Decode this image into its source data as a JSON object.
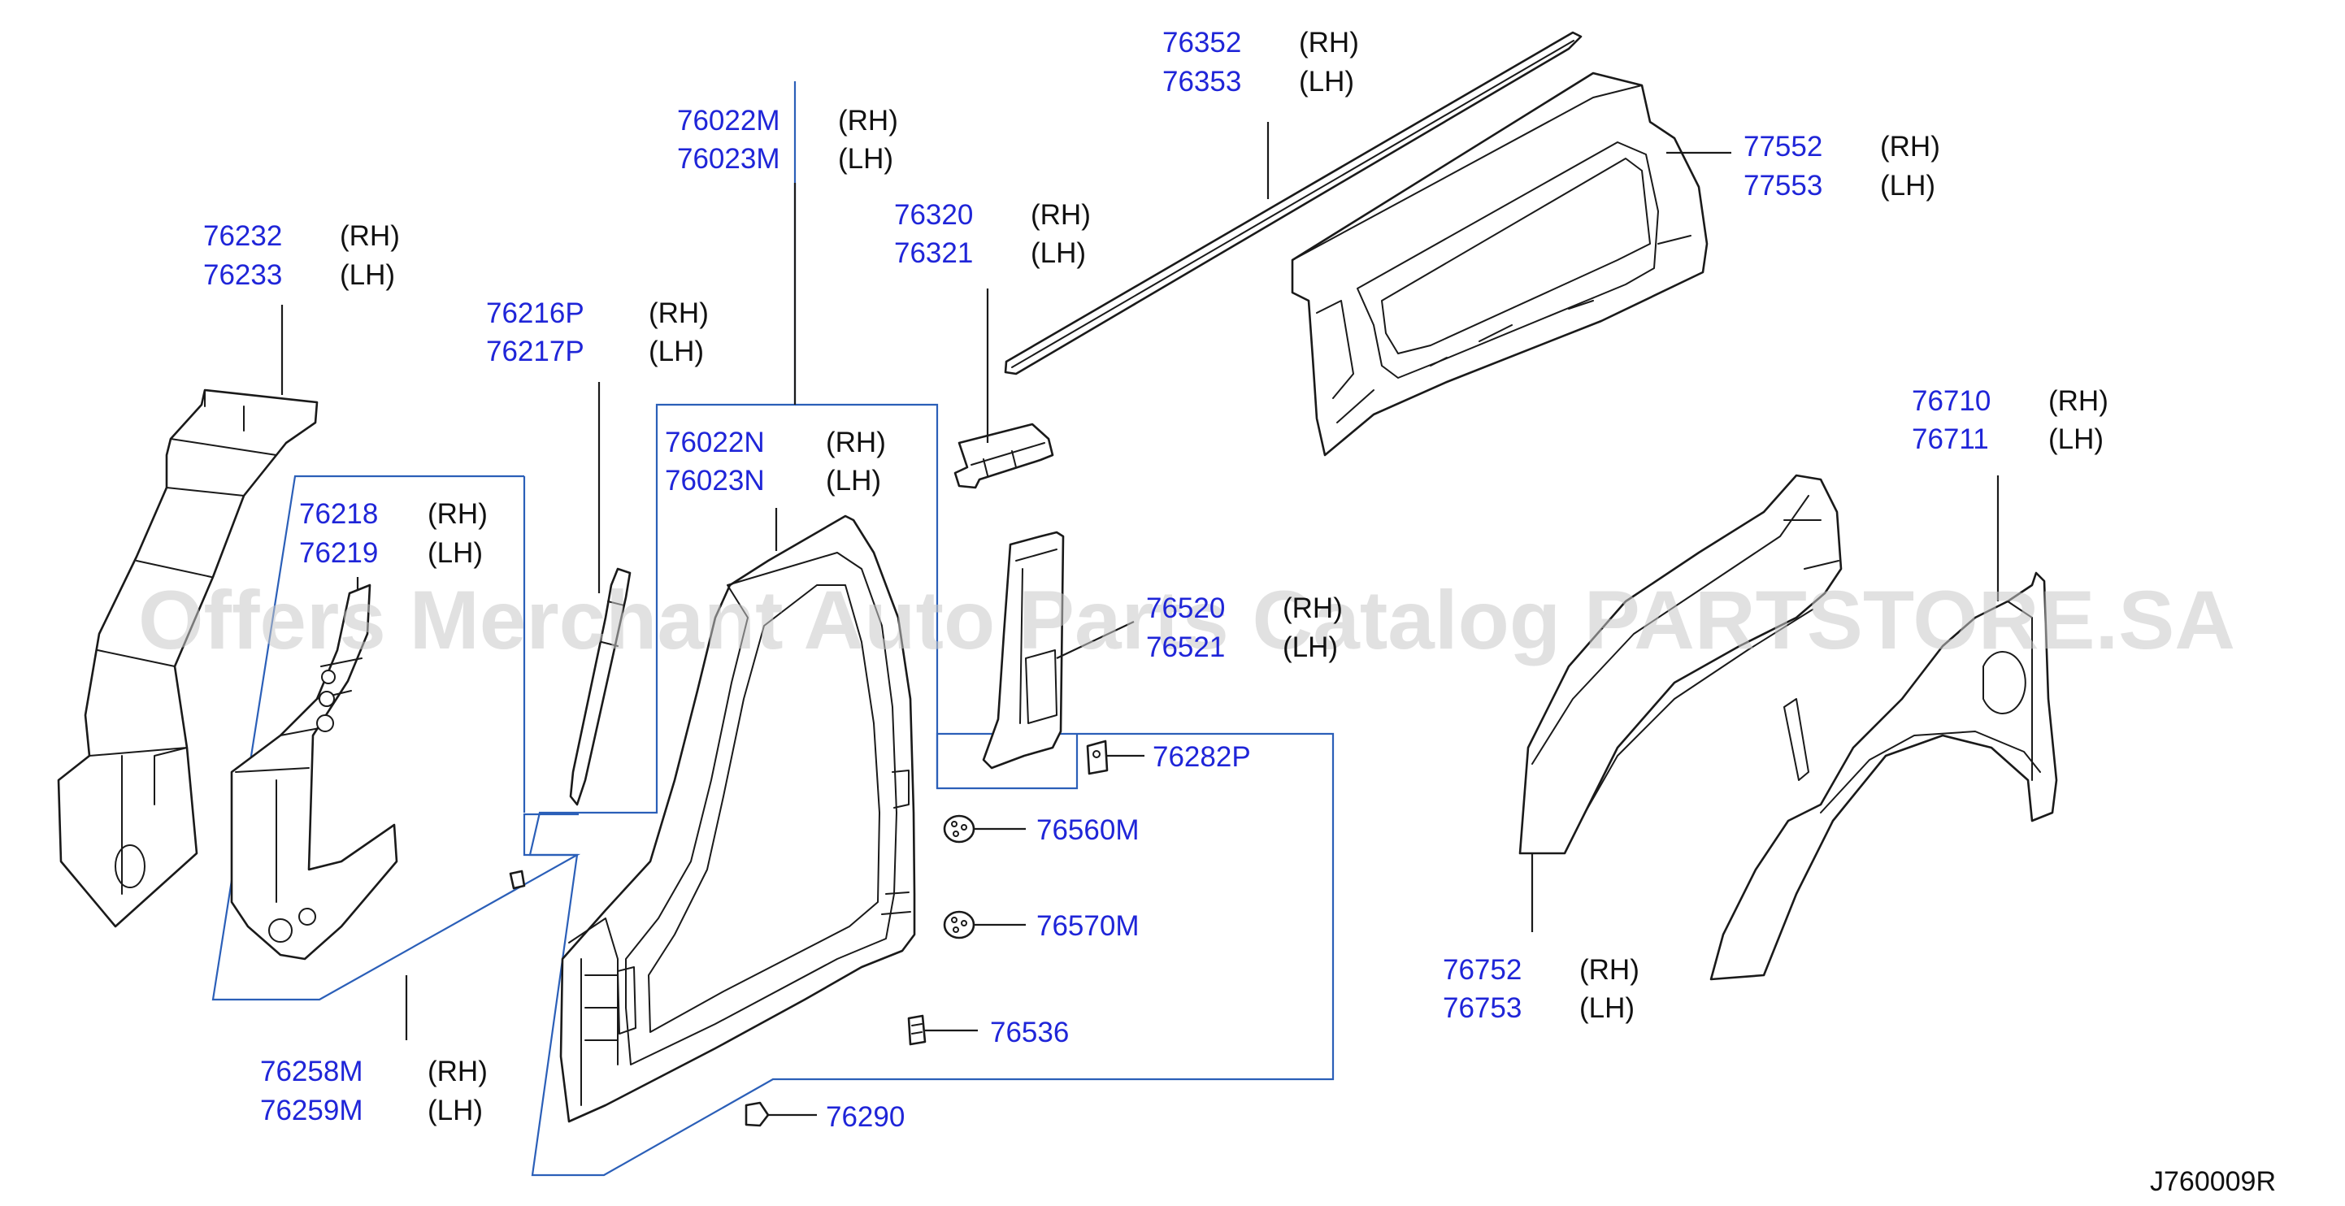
{
  "watermark": "Offers Merchant Auto Parts Catalog PARTSTORE.SA",
  "reference_code": "J760009R",
  "side_labels": {
    "rh": "(RH)",
    "lh": "(LH)"
  },
  "colors": {
    "part_number": "#1f25d8",
    "text": "#111111",
    "group_outline": "#2b5fb8",
    "watermark": "#c8c8c8"
  },
  "callouts": [
    {
      "rh": "76352",
      "lh": "76353"
    },
    {
      "rh": "76022M",
      "lh": "76023M"
    },
    {
      "rh": "77552",
      "lh": "77553"
    },
    {
      "rh": "76320",
      "lh": "76321"
    },
    {
      "rh": "76232",
      "lh": "76233"
    },
    {
      "rh": "76216P",
      "lh": "76217P"
    },
    {
      "rh": "76022N",
      "lh": "76023N"
    },
    {
      "rh": "76218",
      "lh": "76219"
    },
    {
      "rh": "76710",
      "lh": "76711"
    },
    {
      "rh": "76520",
      "lh": "76521"
    },
    {
      "rh": "76258M",
      "lh": "76259M"
    },
    {
      "rh": "76752",
      "lh": "76753"
    }
  ],
  "single_parts": [
    {
      "number": "76282P"
    },
    {
      "number": "76560M"
    },
    {
      "number": "76570M"
    },
    {
      "number": "76536"
    },
    {
      "number": "76290"
    }
  ]
}
